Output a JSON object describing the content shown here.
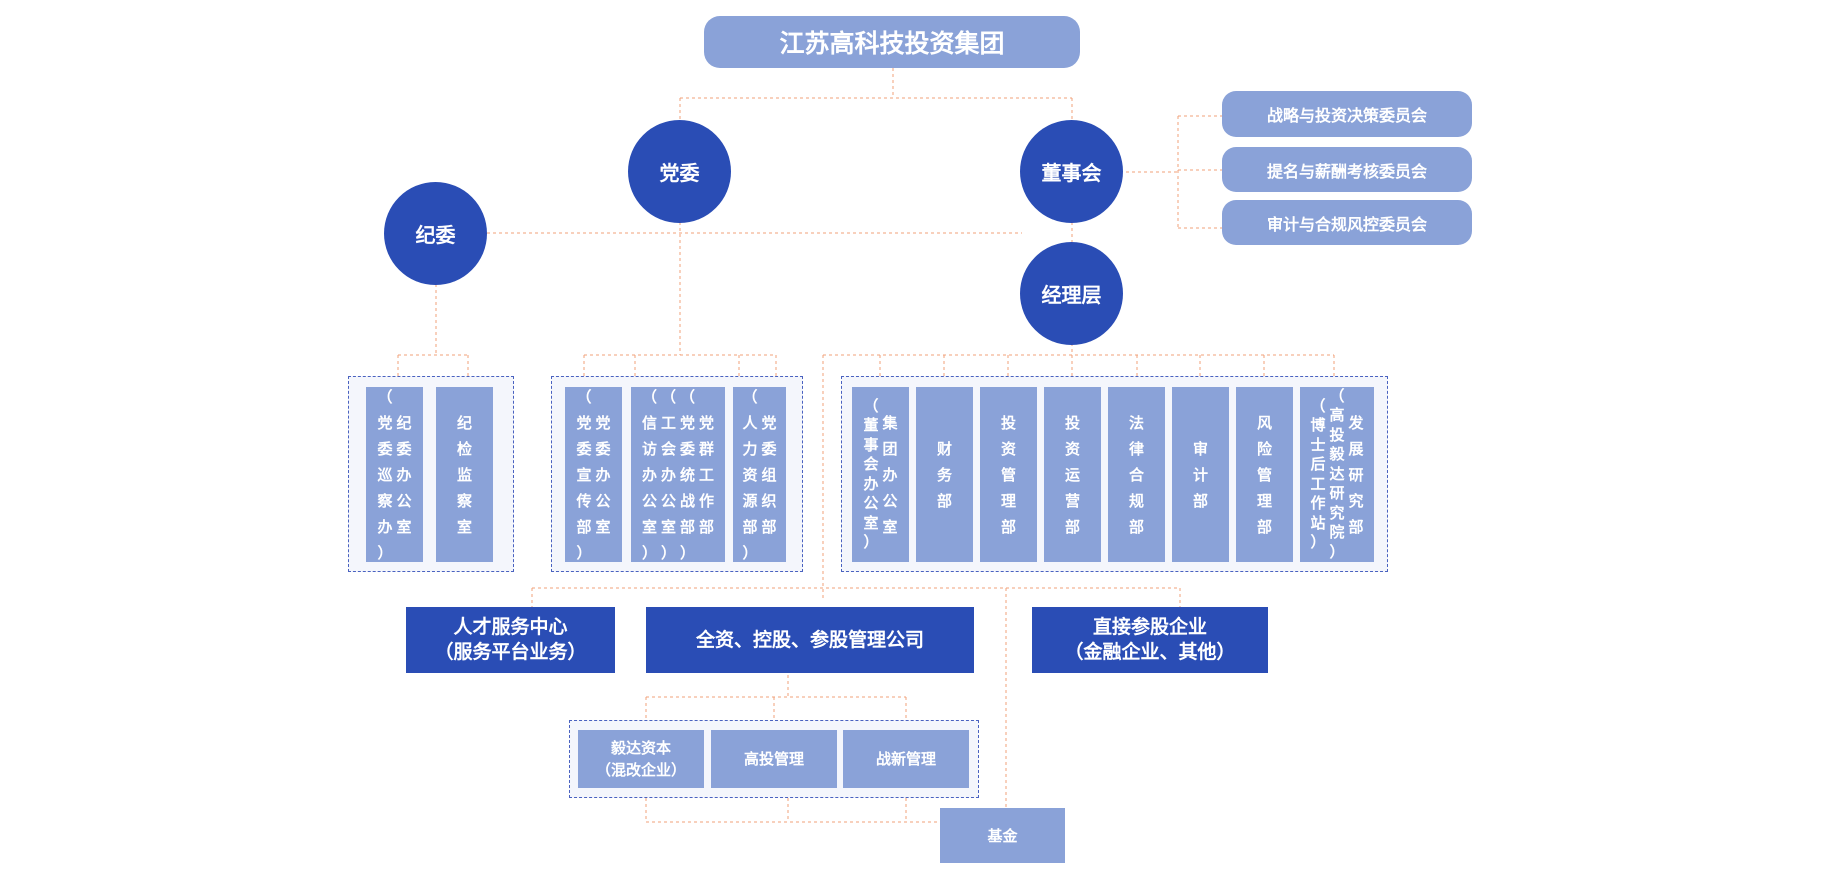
{
  "top": {
    "title": "江苏高科技投资集团"
  },
  "nodes": {
    "party": "党委",
    "board": "董事会",
    "discipline": "纪委",
    "management": "经理层"
  },
  "committees": [
    "战略与投资决策委员会",
    "提名与薪酬考核委员会",
    "审计与合规风控委员会"
  ],
  "discipline_depts": [
    {
      "main": "纪委办公室",
      "note": "（党委巡察办）"
    },
    {
      "main": "纪检监察室",
      "note": ""
    }
  ],
  "party_depts": [
    {
      "main": "党委办公室",
      "note": "（党委宣传部）"
    },
    {
      "main": "党群工作部",
      "note": "（党委统战部）",
      "note2": "（工会办公室）",
      "note3": "（信访办公室）"
    },
    {
      "main": "党委组织部",
      "note": "（人力资源部）"
    }
  ],
  "mgmt_depts": [
    {
      "main": "集团办公室",
      "note": "（董事会办公室）"
    },
    {
      "main": "财务部",
      "note": ""
    },
    {
      "main": "投资管理部",
      "note": ""
    },
    {
      "main": "投资运营部",
      "note": ""
    },
    {
      "main": "法律合规部",
      "note": ""
    },
    {
      "main": "审计部",
      "note": ""
    },
    {
      "main": "风险管理部",
      "note": ""
    },
    {
      "main": "发展研究部",
      "note": "（高投毅达研究院）",
      "note2": "（博士后工作站）"
    }
  ],
  "level3": {
    "talent_line1": "人才服务中心",
    "talent_line2": "（服务平台业务）",
    "holding": "全资、控股、参股管理公司",
    "direct_line1": "直接参股企业",
    "direct_line2": "（金融企业、其他）"
  },
  "subsidiaries": [
    {
      "line1": "毅达资本",
      "line2": "（混改企业）"
    },
    {
      "line1": "高投管理",
      "line2": ""
    },
    {
      "line1": "战新管理",
      "line2": ""
    }
  ],
  "fund": "基金",
  "colors": {
    "dark_blue": "#2a4db5",
    "light_blue": "#8aa2d8",
    "connector": "#f0a07a",
    "group_border": "#4a62c0"
  }
}
